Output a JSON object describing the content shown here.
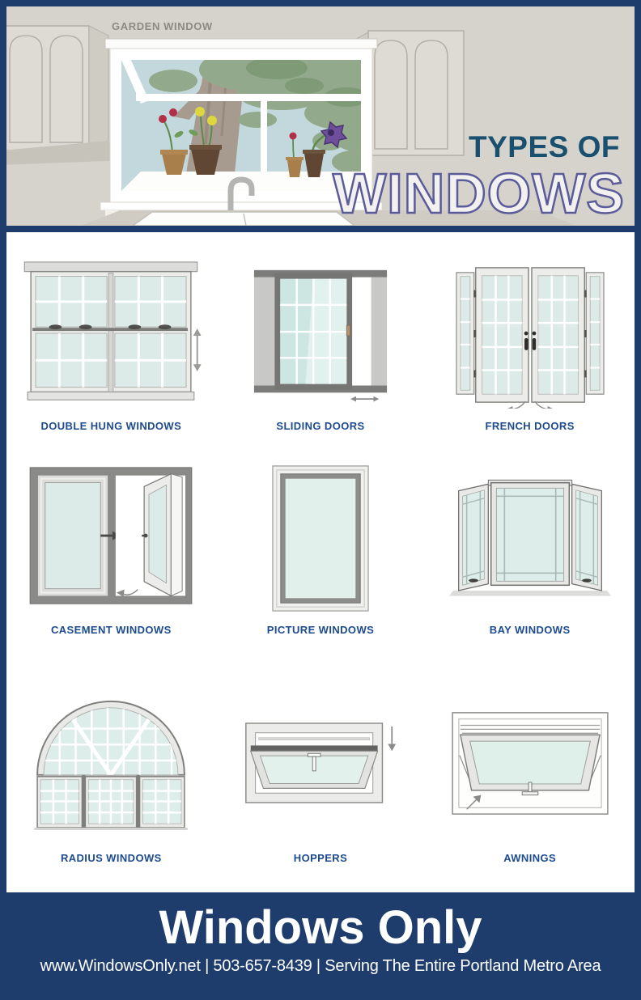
{
  "header": {
    "garden_window_label": "GARDEN WINDOW",
    "title_line1": "TYPES OF",
    "title_line2": "WINDOWS"
  },
  "grid": {
    "items": [
      {
        "label": "DOUBLE HUNG WINDOWS",
        "illustration": "double-hung-windows-illustration"
      },
      {
        "label": "SLIDING DOORS",
        "illustration": "sliding-doors-illustration"
      },
      {
        "label": "FRENCH DOORS",
        "illustration": "french-doors-illustration"
      },
      {
        "label": "CASEMENT WINDOWS",
        "illustration": "casement-windows-illustration"
      },
      {
        "label": "PICTURE WINDOWS",
        "illustration": "picture-windows-illustration"
      },
      {
        "label": "BAY WINDOWS",
        "illustration": "bay-windows-illustration"
      },
      {
        "label": "RADIUS WINDOWS",
        "illustration": "radius-windows-illustration"
      },
      {
        "label": "HOPPERS",
        "illustration": "hoppers-illustration"
      },
      {
        "label": "AWNINGS",
        "illustration": "awnings-illustration"
      }
    ]
  },
  "footer": {
    "company_name": "Windows Only",
    "contact_line": "www.WindowsOnly.net | 503-657-8439 | Serving The Entire Portland Metro Area"
  },
  "colors": {
    "border_navy": "#1e3d6c",
    "header_background": "#d6d3cc",
    "title_teal": "#1a506f",
    "windows_outline_purple": "#5c5b9a",
    "label_blue": "#1d4b90",
    "glass_mint": "#ddeeea",
    "glass_sky": "#c2d8dd",
    "frame_dark_gray": "#8a8a88",
    "frame_light_gray": "#ececea"
  }
}
